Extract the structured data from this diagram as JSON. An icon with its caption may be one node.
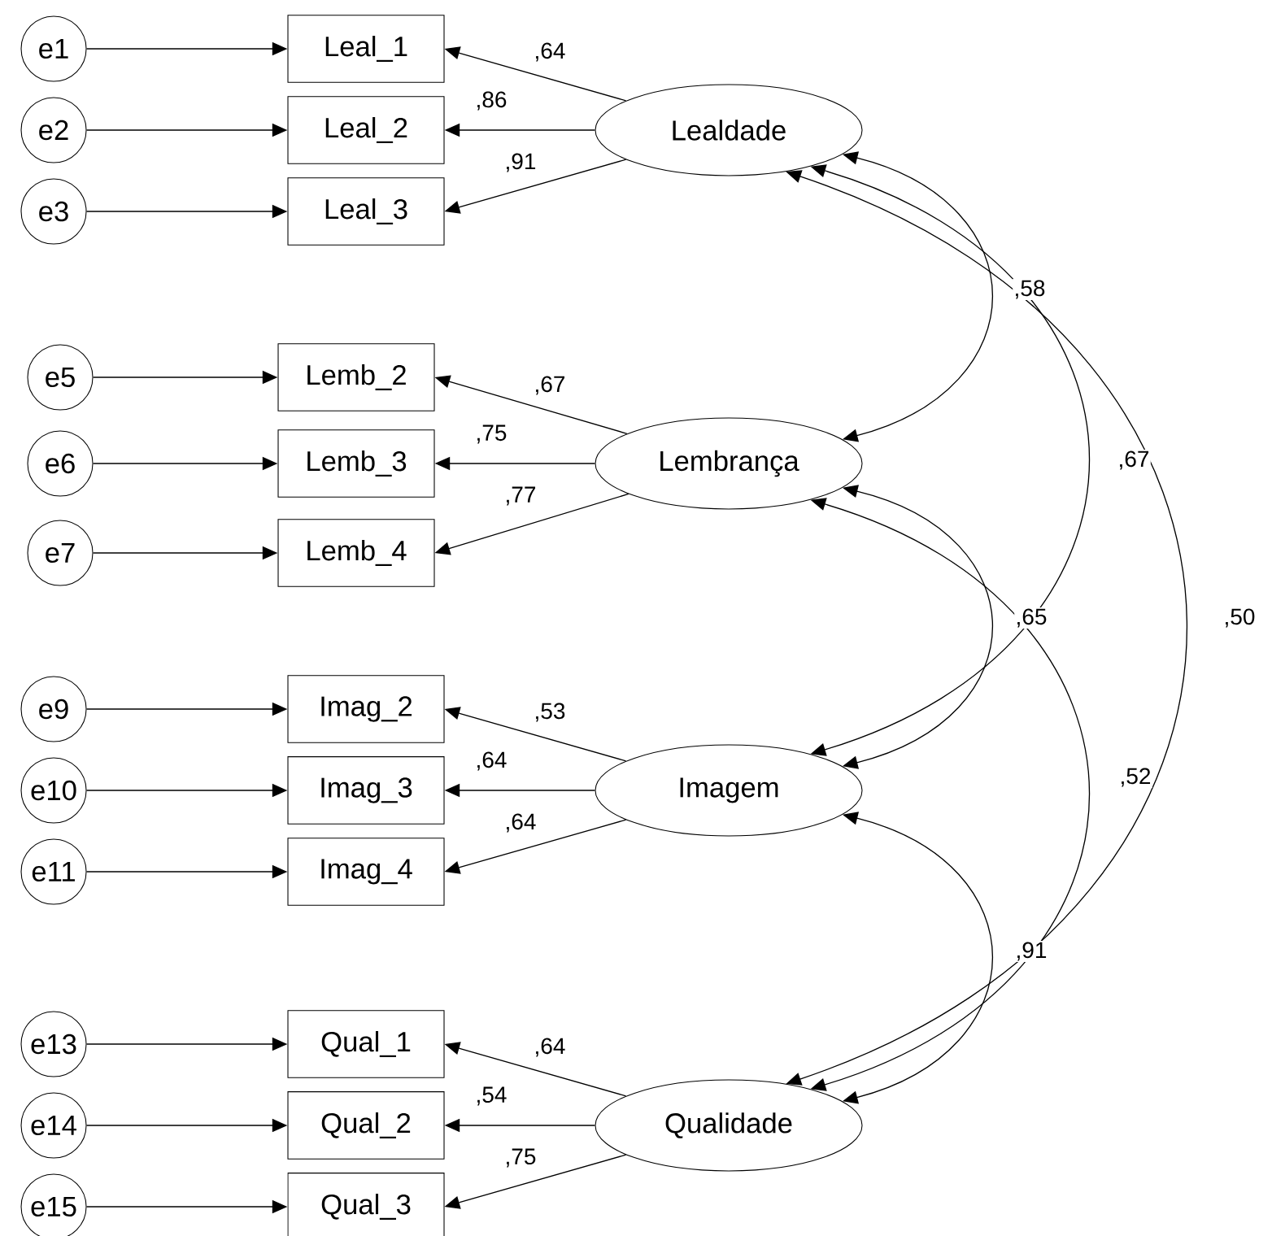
{
  "diagram": {
    "nodes": [
      {
        "text": [
          "e1"
        ]
      },
      {
        "text": [
          "e2"
        ]
      },
      {
        "text": [
          "e3"
        ]
      },
      {
        "text": [
          "Leal_1"
        ]
      },
      {
        "text": [
          "Leal_2"
        ]
      },
      {
        "text": [
          "Leal_3"
        ]
      },
      {
        "text": [
          "Lealdade"
        ]
      },
      {
        "text": [
          "e5"
        ]
      },
      {
        "text": [
          "e6"
        ]
      },
      {
        "text": [
          "e7"
        ]
      },
      {
        "text": [
          "Lemb_2"
        ]
      },
      {
        "text": [
          "Lemb_3"
        ]
      },
      {
        "text": [
          "Lemb_4"
        ]
      },
      {
        "text": [
          "Lembrança"
        ]
      },
      {
        "text": [
          "e9"
        ]
      },
      {
        "text": [
          "e10"
        ]
      },
      {
        "text": [
          "e11"
        ]
      },
      {
        "text": [
          "Imag_2"
        ]
      },
      {
        "text": [
          "Imag_3"
        ]
      },
      {
        "text": [
          "Imag_4"
        ]
      },
      {
        "text": [
          "Imagem"
        ]
      },
      {
        "text": [
          "e13"
        ]
      },
      {
        "text": [
          "e14"
        ]
      },
      {
        "text": [
          "e15"
        ]
      },
      {
        "text": [
          "Qual_1"
        ]
      },
      {
        "text": [
          "Qual_2"
        ]
      },
      {
        "text": [
          "Qual_3"
        ]
      },
      {
        "text": [
          "Qualidade"
        ]
      }
    ],
    "edges": [
      {
        "from": 0,
        "to": 3,
        "arrow": "to"
      },
      {
        "from": 1,
        "to": 4,
        "arrow": "to"
      },
      {
        "from": 2,
        "to": 5,
        "arrow": "to"
      },
      {
        "from": 6,
        "to": 3,
        "arrow": "to",
        "label": ",64"
      },
      {
        "from": 6,
        "to": 4,
        "arrow": "to",
        "label": ",86"
      },
      {
        "from": 6,
        "to": 5,
        "arrow": "to",
        "label": ",91"
      },
      {
        "from": 7,
        "to": 10,
        "arrow": "to"
      },
      {
        "from": 8,
        "to": 11,
        "arrow": "to"
      },
      {
        "from": 9,
        "to": 12,
        "arrow": "to"
      },
      {
        "from": 13,
        "to": 10,
        "arrow": "to",
        "label": ",67"
      },
      {
        "from": 13,
        "to": 11,
        "arrow": "to",
        "label": ",75"
      },
      {
        "from": 13,
        "to": 12,
        "arrow": "to",
        "label": ",77"
      },
      {
        "from": 14,
        "to": 17,
        "arrow": "to"
      },
      {
        "from": 15,
        "to": 18,
        "arrow": "to"
      },
      {
        "from": 16,
        "to": 19,
        "arrow": "to"
      },
      {
        "from": 20,
        "to": 17,
        "arrow": "to",
        "label": ",53"
      },
      {
        "from": 20,
        "to": 18,
        "arrow": "to",
        "label": ",64"
      },
      {
        "from": 20,
        "to": 19,
        "arrow": "to",
        "label": ",64"
      },
      {
        "from": 21,
        "to": 24,
        "arrow": "to"
      },
      {
        "from": 22,
        "to": 25,
        "arrow": "to"
      },
      {
        "from": 23,
        "to": 26,
        "arrow": "to"
      },
      {
        "from": 27,
        "to": 24,
        "arrow": "to",
        "label": ",64"
      },
      {
        "from": 27,
        "to": 25,
        "arrow": "to",
        "label": ",54"
      },
      {
        "from": 27,
        "to": 26,
        "arrow": "to",
        "label": ",75"
      },
      {
        "from": 6,
        "to": 13,
        "arrow": "both",
        "label": ",58"
      },
      {
        "from": 6,
        "to": 20,
        "arrow": "both",
        "label": ",67"
      },
      {
        "from": 6,
        "to": 27,
        "arrow": "both",
        "label": ",50"
      },
      {
        "from": 13,
        "to": 20,
        "arrow": "both",
        "label": ",65"
      },
      {
        "from": 13,
        "to": 27,
        "arrow": "both",
        "label": ",52"
      },
      {
        "from": 20,
        "to": 27,
        "arrow": "both",
        "label": ",91"
      }
    ]
  }
}
